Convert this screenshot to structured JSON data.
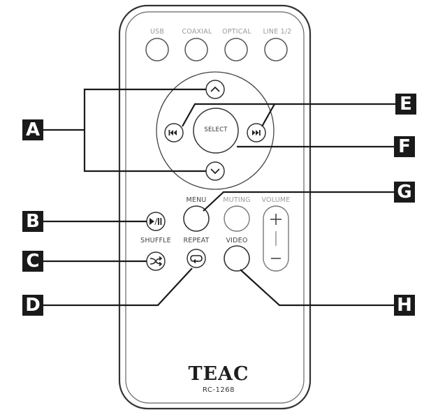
{
  "remote": {
    "source_buttons": [
      {
        "label": "USB"
      },
      {
        "label": "COAXIAL"
      },
      {
        "label": "OPTICAL"
      },
      {
        "label": "LINE 1/2"
      }
    ],
    "select_label": "SELECT",
    "menu_label": "MENU",
    "muting_label": "MUTING",
    "volume_label": "VOLUME",
    "shuffle_label": "SHUFFLE",
    "repeat_label": "REPEAT",
    "video_label": "VIDEO",
    "brand": "TEAC",
    "model": "RC-1268"
  },
  "callouts": [
    "A",
    "B",
    "C",
    "D",
    "E",
    "F",
    "G",
    "H"
  ],
  "colors": {
    "label_dark": "#444444",
    "label_light": "#9a9a9a",
    "callout_bg": "#1a1a1a"
  }
}
